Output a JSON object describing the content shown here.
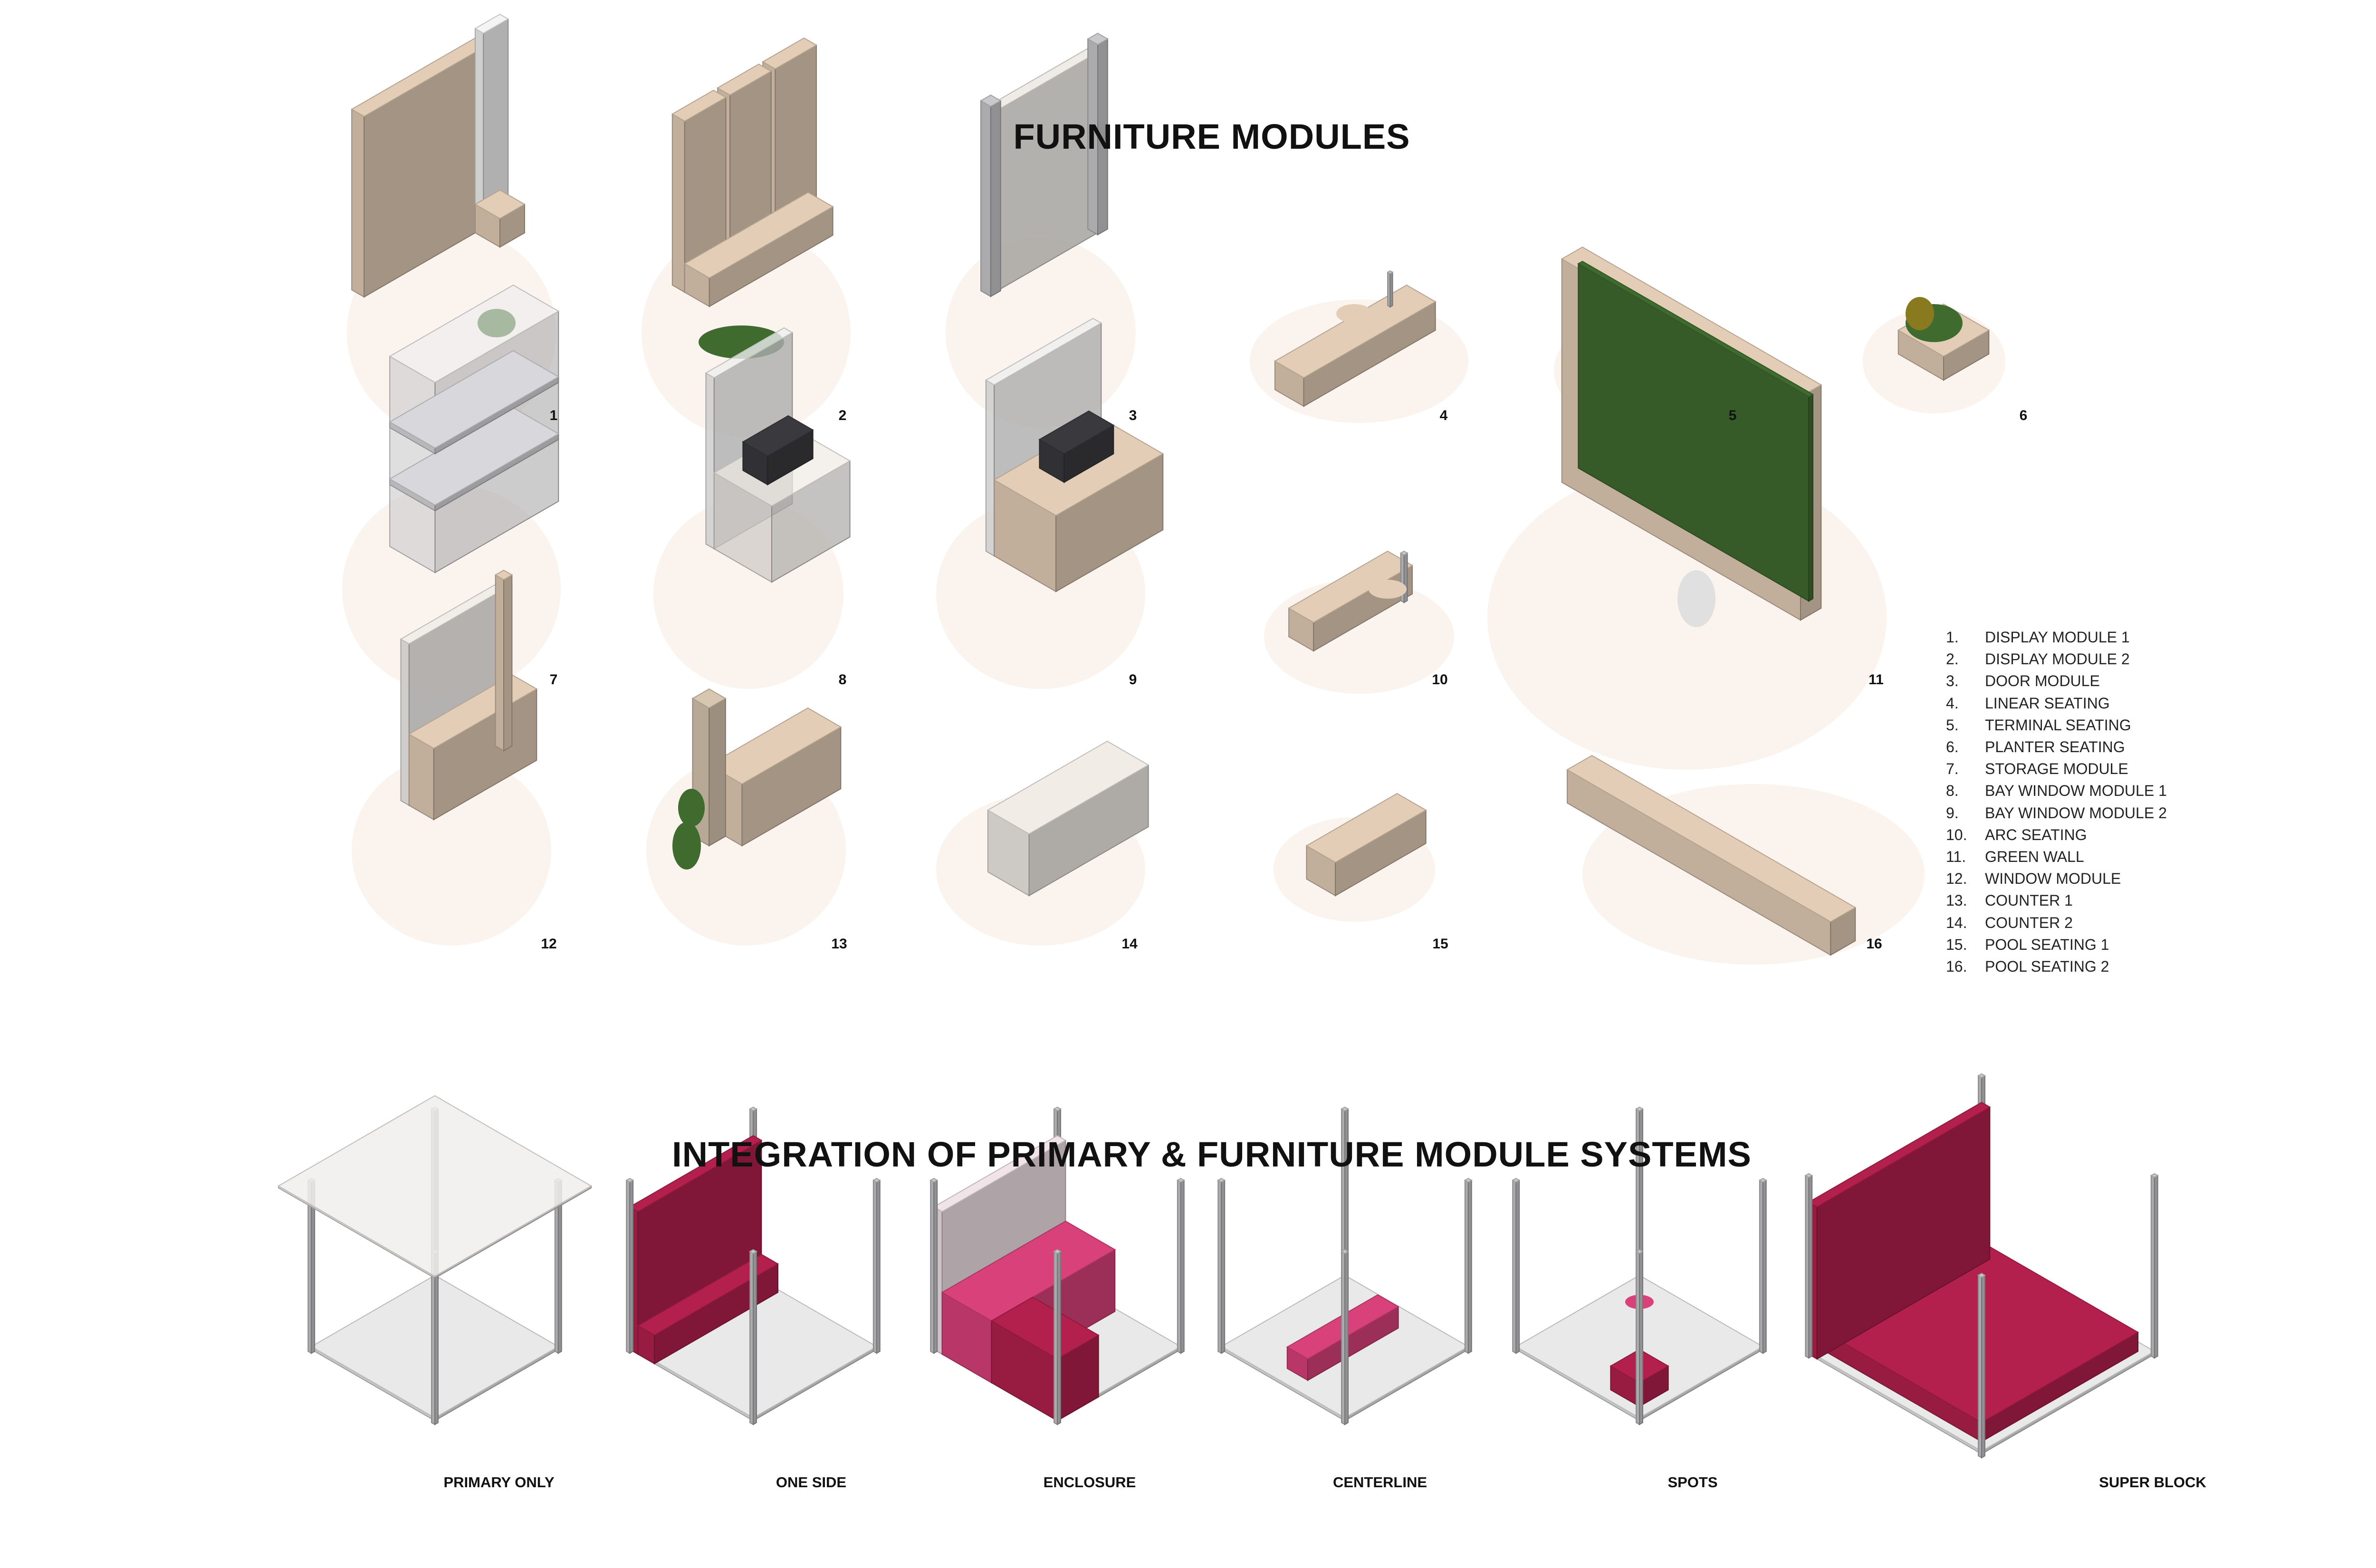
{
  "section1": {
    "title": "FURNITURE MODULES",
    "module_numbers": [
      "1",
      "2",
      "3",
      "4",
      "5",
      "6",
      "7",
      "8",
      "9",
      "10",
      "11",
      "12",
      "13",
      "14",
      "15",
      "16"
    ],
    "legend": [
      {
        "num": "1.",
        "label": "DISPLAY MODULE 1"
      },
      {
        "num": "2.",
        "label": "DISPLAY MODULE 2"
      },
      {
        "num": "3.",
        "label": "DOOR MODULE"
      },
      {
        "num": "4.",
        "label": "LINEAR SEATING"
      },
      {
        "num": "5.",
        "label": "TERMINAL SEATING"
      },
      {
        "num": "6.",
        "label": "PLANTER SEATING"
      },
      {
        "num": "7.",
        "label": "STORAGE MODULE"
      },
      {
        "num": "8.",
        "label": "BAY WINDOW MODULE 1"
      },
      {
        "num": "9.",
        "label": "BAY WINDOW MODULE 2"
      },
      {
        "num": "10.",
        "label": "ARC SEATING"
      },
      {
        "num": "11.",
        "label": "GREEN WALL"
      },
      {
        "num": "12.",
        "label": "WINDOW MODULE"
      },
      {
        "num": "13.",
        "label": "COUNTER 1"
      },
      {
        "num": "14.",
        "label": "COUNTER 2"
      },
      {
        "num": "15.",
        "label": "POOL SEATING 1"
      },
      {
        "num": "16.",
        "label": "POOL SEATING 2"
      }
    ]
  },
  "section2": {
    "title": "INTEGRATION OF PRIMARY & FURNITURE MODULE SYSTEMS",
    "captions": [
      "PRIMARY ONLY",
      "ONE SIDE",
      "ENCLOSURE",
      "CENTERLINE",
      "SPOTS",
      "SUPER BLOCK"
    ]
  },
  "colors": {
    "beige": "#e3cdb6",
    "pink": "#d9417a",
    "crimson": "#b3204e",
    "green": "#3f6b2f",
    "frame": "#c9c9cc"
  }
}
